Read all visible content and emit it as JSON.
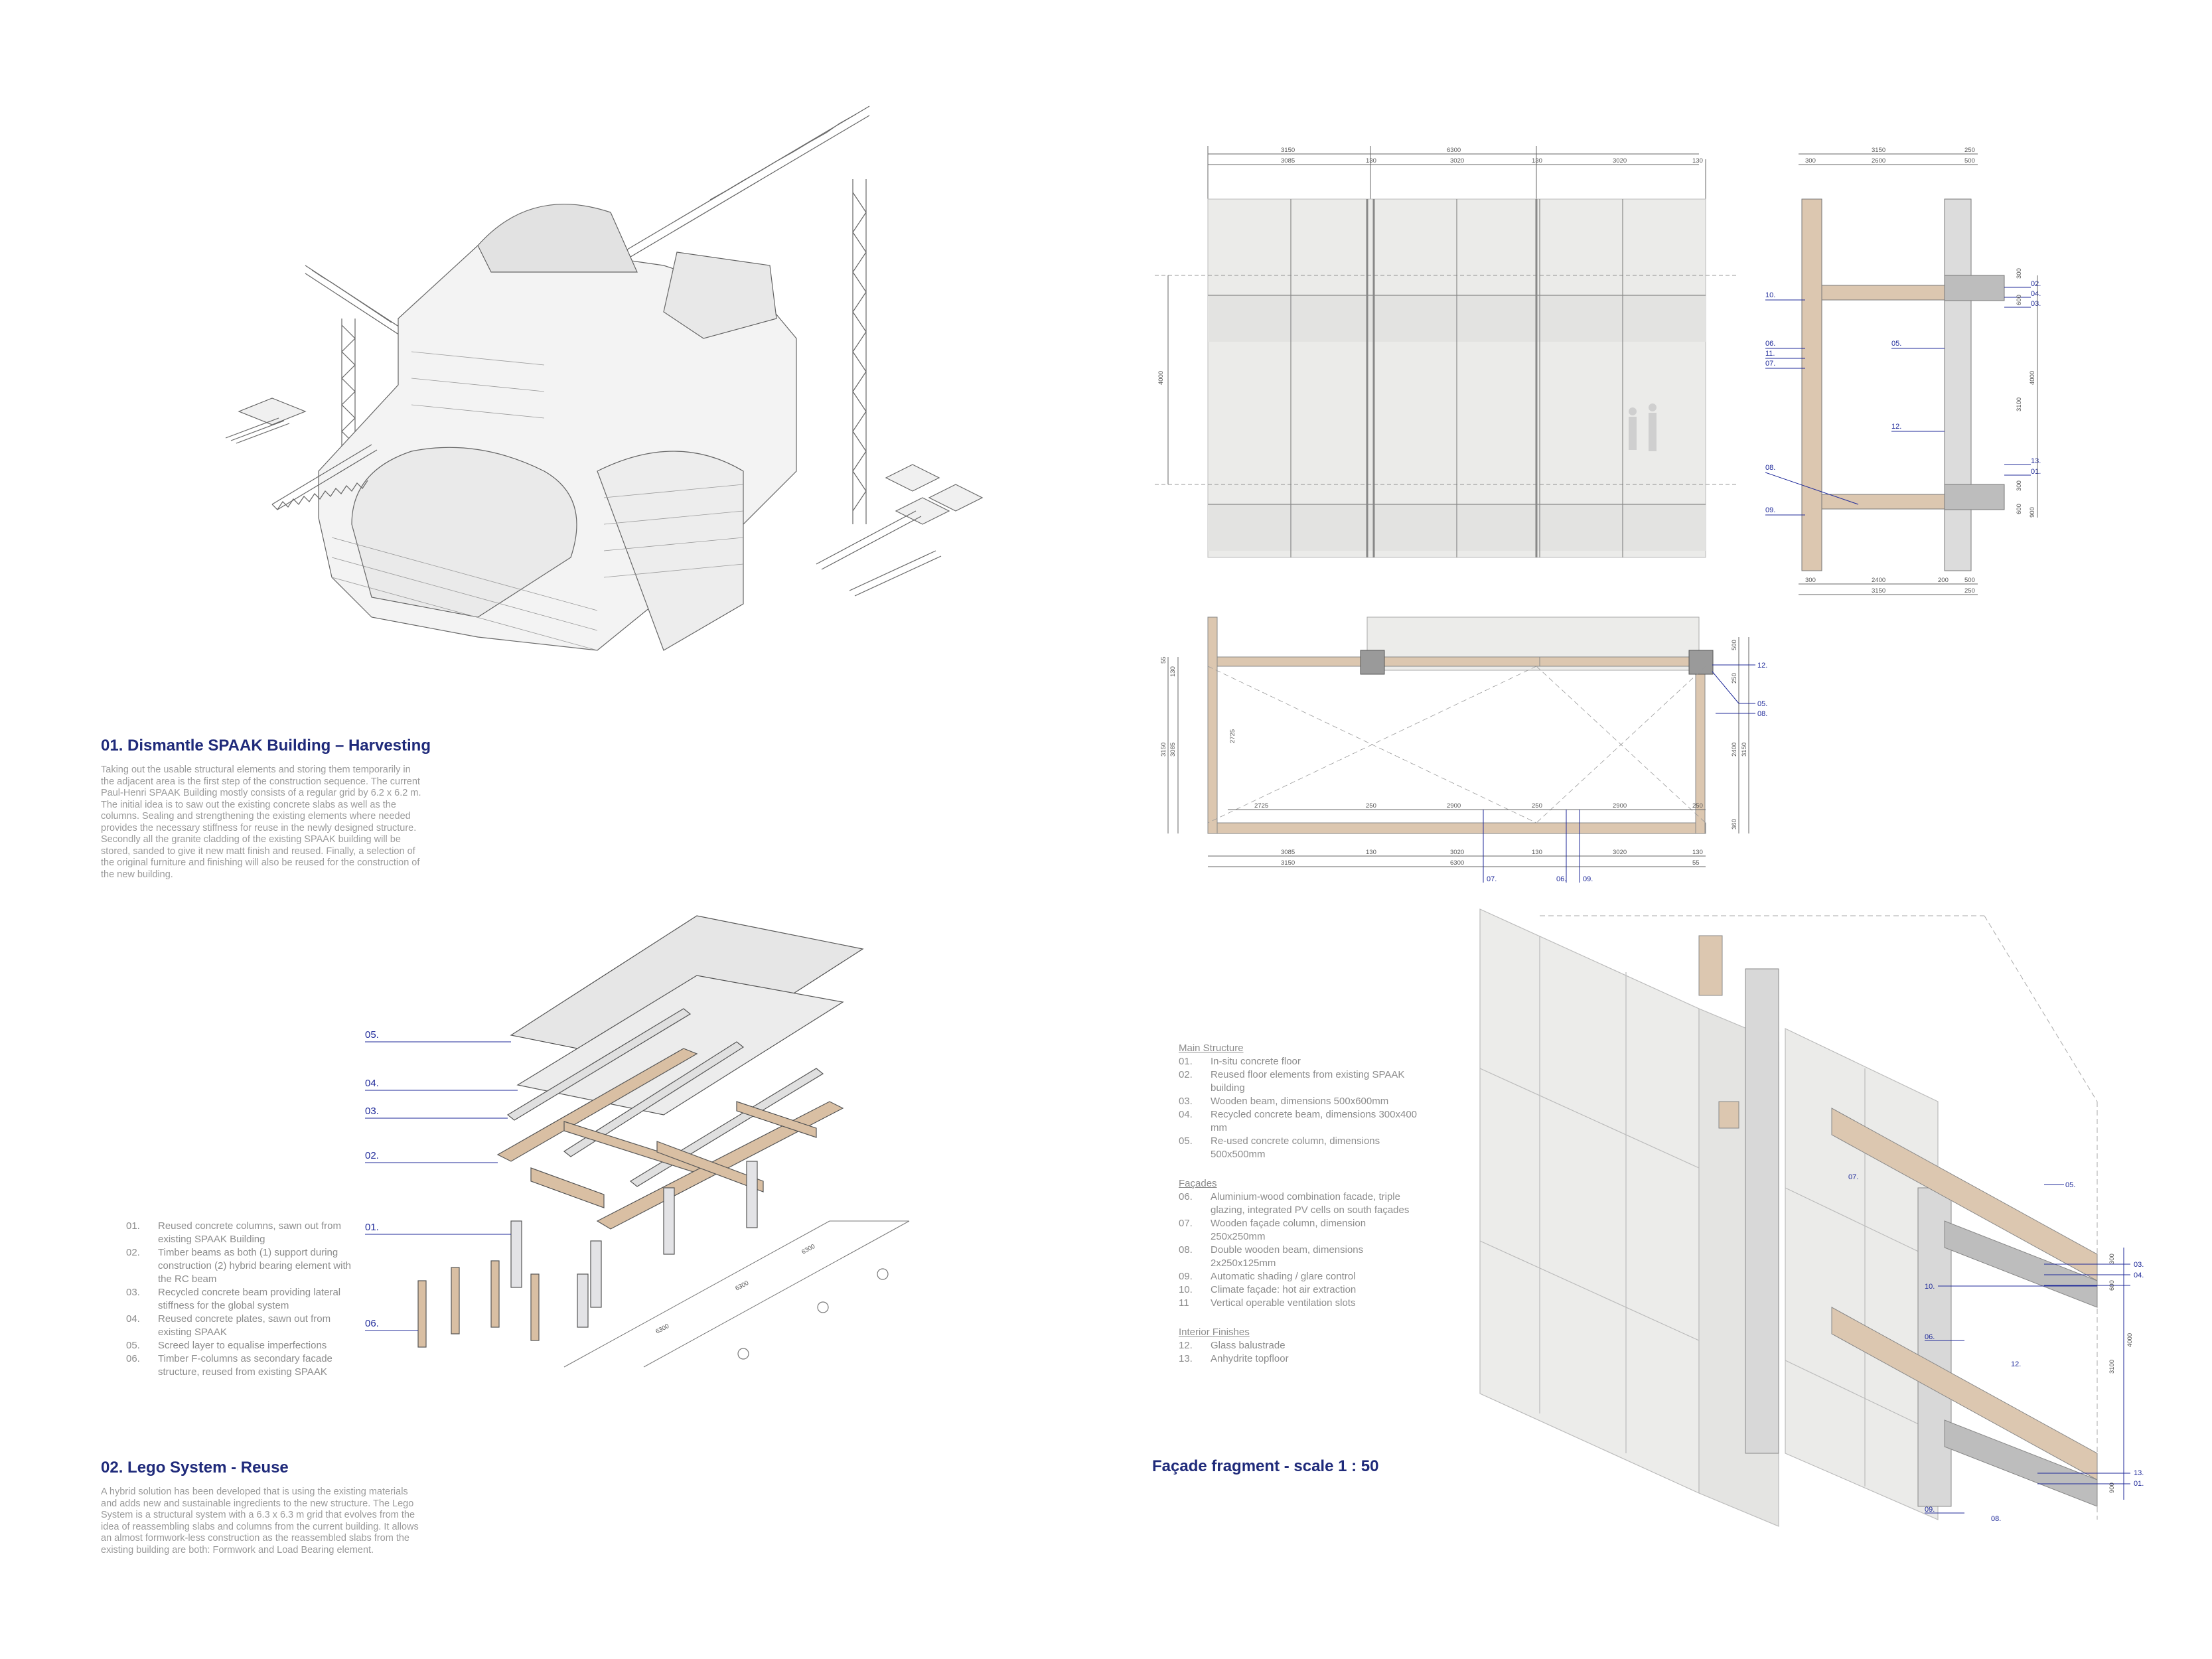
{
  "section1": {
    "title": "01. Dismantle SPAAK Building – Harvesting",
    "body": "Taking out the usable structural elements and storing them temporarily in the adjacent area is the first step of the construction sequence. The current Paul-Henri SPAAK Building mostly consists of a regular grid by 6.2 x 6.2 m. The initial idea is to saw out the existing concrete slabs as well as the columns. Sealing and strengthening the existing elements where needed provides the necessary stiffness for reuse in the newly designed structure. Secondly all the granite cladding of the existing SPAAK building will be stored, sanded to give it new matt finish and reused. Finally, a selection of the original furniture and finishing will also be reused for the construction of the new building."
  },
  "section2": {
    "title": "02. Lego System - Reuse",
    "body": "A hybrid solution has been developed that is using the existing materials and adds new and sustainable ingredients to the new structure. The Lego System is a structural system with a 6.3 x 6.3 m grid that evolves from the idea of reassembling slabs and columns from the current building. It allows an almost formwork-less construction as the reassembled slabs from the existing building are both: Formwork and Load Bearing element."
  },
  "lego_legend": [
    {
      "num": "01.",
      "text": "Reused concrete columns, sawn out from existing SPAAK Building"
    },
    {
      "num": "02.",
      "text": "Timber beams as both (1) support during construction (2) hybrid bearing element with the RC beam"
    },
    {
      "num": "03.",
      "text": "Recycled concrete beam providing lateral stiffness for the global system"
    },
    {
      "num": "04.",
      "text": "Reused concrete plates, sawn out from existing SPAAK"
    },
    {
      "num": "05.",
      "text": "Screed layer to equalise imperfections"
    },
    {
      "num": "06.",
      "text": "Timber F-columns as secondary facade structure, reused from existing SPAAK"
    }
  ],
  "lego_tags": [
    "05.",
    "04.",
    "03.",
    "02.",
    "01.",
    "06."
  ],
  "lego_dims": [
    "6300",
    "6300",
    "6300"
  ],
  "facade": {
    "title": "Façade fragment - scale 1 : 50",
    "main_structure": {
      "heading": "Main Structure",
      "items": [
        {
          "num": "01.",
          "text": "In-situ concrete floor"
        },
        {
          "num": "02.",
          "text": "Reused floor elements from existing SPAAK building"
        },
        {
          "num": "03.",
          "text": "Wooden beam, dimensions 500x600mm"
        },
        {
          "num": "04.",
          "text": "Recycled concrete beam, dimensions 300x400 mm"
        },
        {
          "num": "05.",
          "text": "Re-used concrete column, dimensions 500x500mm"
        }
      ]
    },
    "facades": {
      "heading": "Façades",
      "items": [
        {
          "num": "06.",
          "text": "Aluminium-wood combination facade, triple glazing, integrated PV cells on south façades"
        },
        {
          "num": "07.",
          "text": "Wooden façade column, dimension 250x250mm"
        },
        {
          "num": "08.",
          "text": "Double wooden beam, dimensions 2x250x125mm"
        },
        {
          "num": "09.",
          "text": "Automatic shading / glare control"
        },
        {
          "num": "10.",
          "text": "Climate façade: hot air extraction"
        },
        {
          "num": "11",
          "text": "Vertical operable ventilation slots"
        }
      ]
    },
    "interior": {
      "heading": "Interior Finishes",
      "items": [
        {
          "num": "12.",
          "text": "Glass balustrade"
        },
        {
          "num": "13.",
          "text": "Anhydrite topfloor"
        }
      ]
    }
  },
  "elevation_dims": {
    "top_row1": [
      "3150",
      "6300"
    ],
    "top_row2": [
      "3085",
      "130",
      "3020",
      "130",
      "3020",
      "130"
    ],
    "side": "4000"
  },
  "section_dims": {
    "top_row1": [
      "3150",
      "250"
    ],
    "top_row2": [
      "300",
      "2600",
      "500"
    ],
    "bottom_row1": [
      "300",
      "2400",
      "200",
      "500"
    ],
    "bottom_row2": [
      "3150",
      "250"
    ],
    "side": [
      "300",
      "600",
      "3100",
      "4000",
      "300",
      "600",
      "900"
    ],
    "tags_right": [
      "02.",
      "04.",
      "03.",
      "13.",
      "01."
    ],
    "tags_left": [
      "10.",
      "06.",
      "11.",
      "07.",
      "08.",
      "09."
    ],
    "tags_mid": [
      "05.",
      "12."
    ]
  },
  "plan_dims": {
    "inner": [
      "2725",
      "250",
      "2900",
      "250",
      "2900",
      "250"
    ],
    "bottom_row1": [
      "3085",
      "130",
      "3020",
      "130",
      "3020",
      "130"
    ],
    "bottom_row2": [
      "3150",
      "6300",
      "55"
    ],
    "left": [
      "55",
      "130",
      "3150",
      "3085",
      "2725"
    ],
    "right": [
      "500",
      "250",
      "2400",
      "3150",
      "360"
    ],
    "tags_right": [
      "12.",
      "05.",
      "08."
    ],
    "tags_bottom": [
      "07.",
      "06.",
      "09."
    ]
  },
  "axon_tags": {
    "left": [
      "10.",
      "06.",
      "09."
    ],
    "right": [
      "05.",
      "03.",
      "04.",
      "13.",
      "01."
    ],
    "mid": [
      "07.",
      "12.",
      "08."
    ],
    "dims": [
      "300",
      "600",
      "900",
      "3100",
      "4000"
    ]
  },
  "colors": {
    "accent": "#1f2a7a",
    "timber": "#d9bfa3",
    "glass": "#e9e9e7",
    "concrete": "#cfcfcf",
    "line": "#555555"
  }
}
